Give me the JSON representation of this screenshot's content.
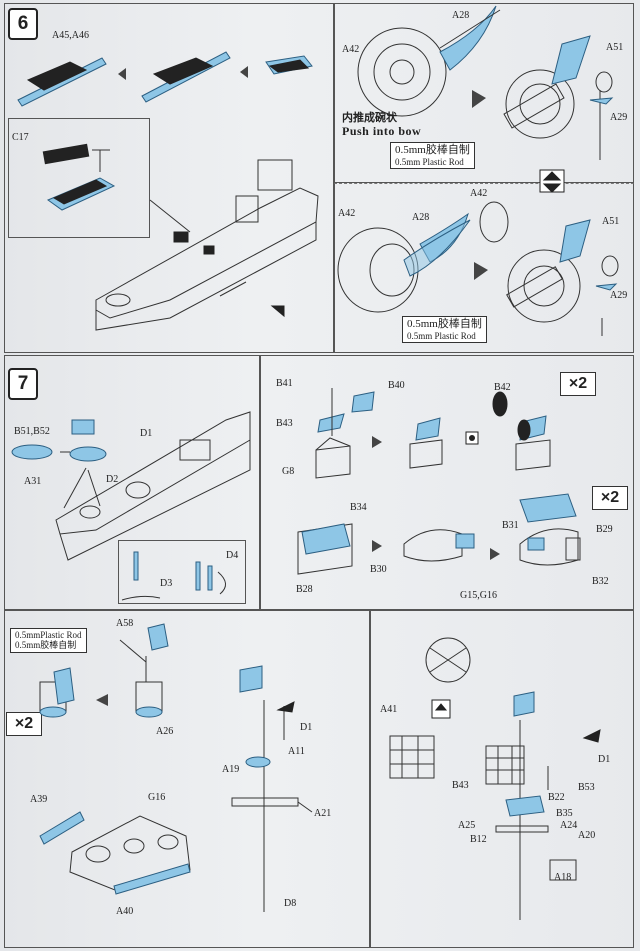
{
  "steps": {
    "s6": "6",
    "s7": "7"
  },
  "multipliers": {
    "m1": "×2",
    "m2": "×2",
    "m3": "×2"
  },
  "notes": {
    "push_cn": "内推成碗状",
    "push_en": "Push into bow",
    "rod1_cn": "0.5mm胶棒自制",
    "rod1_en": "0.5mm Plastic Rod",
    "rod2_cn": "0.5mm胶棒自制",
    "rod2_en": "0.5mm Plastic Rod",
    "rod3_en": "0.5mmPlastic Rod",
    "rod3_cn": "0.5mm胶棒自制"
  },
  "labels": {
    "a45a46": "A45,A46",
    "c17": "C17",
    "a28_top": "A28",
    "a42_top": "A42",
    "a51_top": "A51",
    "a29_top": "A29",
    "a42_mid1": "A42",
    "a42_mid2": "A42",
    "a28_mid": "A28",
    "a51_mid": "A51",
    "a29_mid": "A29",
    "b51b52": "B51,B52",
    "d1": "D1",
    "d2": "D2",
    "a31": "A31",
    "d3": "D3",
    "d4": "D4",
    "b41": "B41",
    "b40": "B40",
    "b43_7": "B43",
    "b42_7": "B42",
    "g8": "G8",
    "b34": "B34",
    "b30": "B30",
    "b28": "B28",
    "b31": "B31",
    "b29": "B29",
    "b32": "B32",
    "g15g16": "G15,G16",
    "a58": "A58",
    "a26": "A26",
    "a39": "A39",
    "g16": "G16",
    "a40": "A40",
    "d1_b": "D1",
    "a11": "A11",
    "a19": "A19",
    "a21": "A21",
    "d8": "D8",
    "a41": "A41",
    "d1_c": "D1",
    "b43_b": "B43",
    "b22": "B22",
    "b53": "B53",
    "b35": "B35",
    "a24": "A24",
    "a25": "A25",
    "a20": "A20",
    "b12": "B12",
    "a18": "A18"
  },
  "colors": {
    "part_blue": "#8ec6e6",
    "line": "#333333",
    "paper": "#e9eaec"
  }
}
